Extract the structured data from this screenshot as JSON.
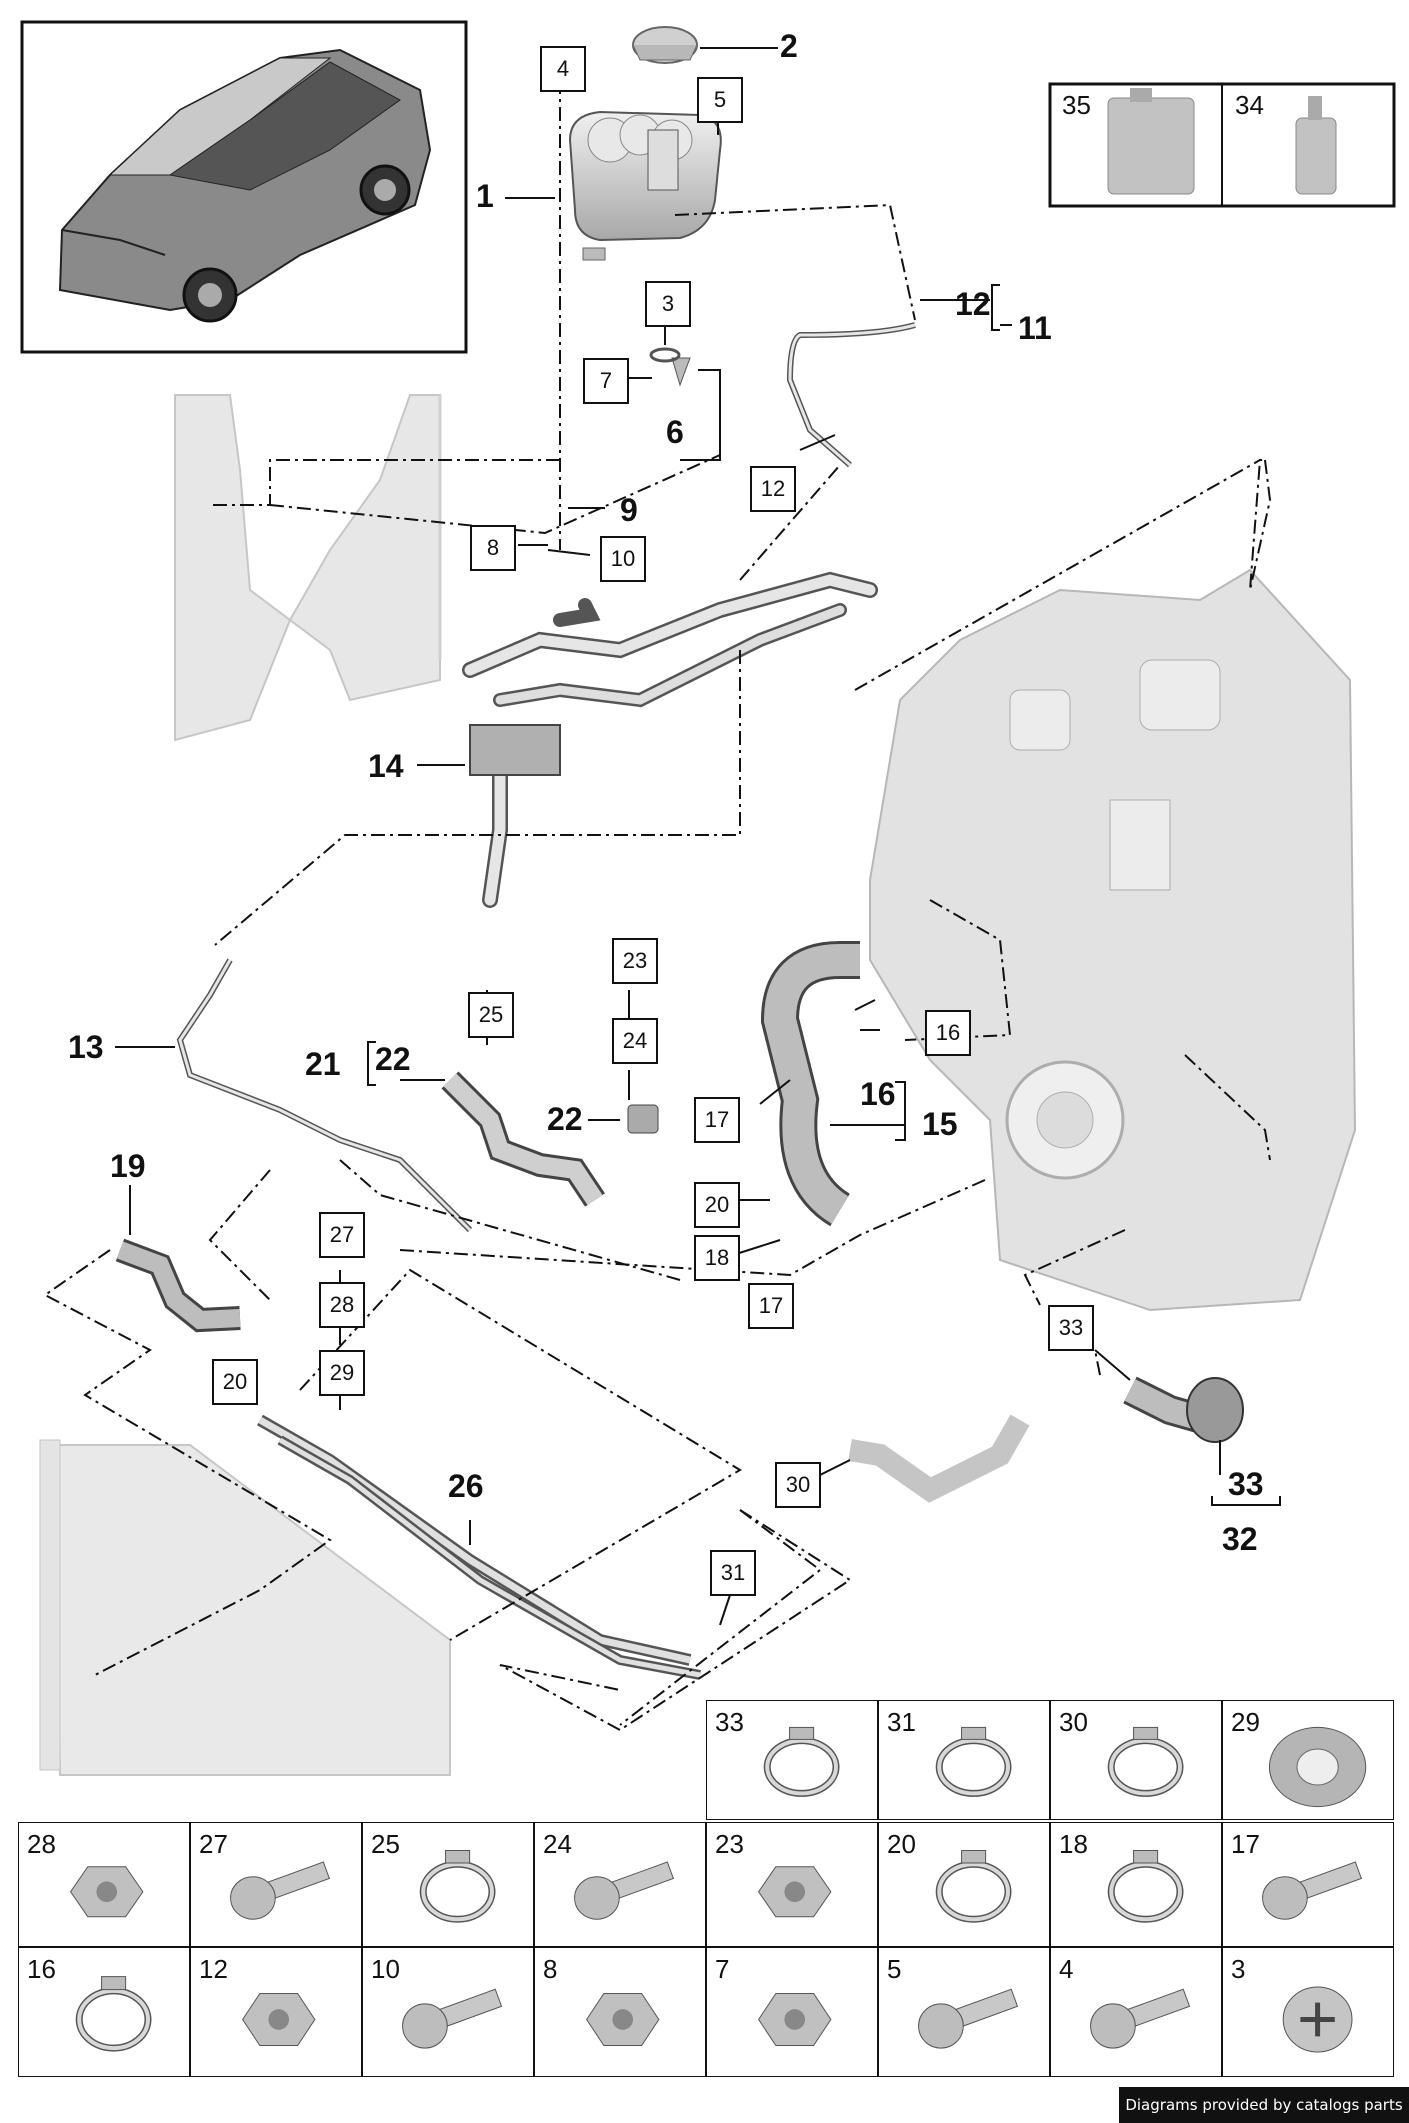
{
  "callouts_bold": {
    "c1": "1",
    "c2": "2",
    "c6": "6",
    "c9": "9",
    "c11": "11",
    "c12": "12",
    "c13": "13",
    "c14": "14",
    "c15": "15",
    "c16": "16",
    "c19": "19",
    "c21": "21",
    "c22a": "22",
    "c22b": "22",
    "c26": "26",
    "c32": "32",
    "c33": "33"
  },
  "callouts_boxed": {
    "b3": "3",
    "b4": "4",
    "b5": "5",
    "b7": "7",
    "b8": "8",
    "b10": "10",
    "b12": "12",
    "b16": "16",
    "b17a": "17",
    "b17b": "17",
    "b18": "18",
    "b20a": "20",
    "b20b": "20",
    "b23": "23",
    "b24": "24",
    "b25": "25",
    "b27": "27",
    "b28": "28",
    "b29": "29",
    "b30": "30",
    "b31": "31",
    "b33": "33"
  },
  "consumables": {
    "c35": "35",
    "c34": "34"
  },
  "hardware_grid": {
    "row1": [
      "33",
      "31",
      "30",
      "29"
    ],
    "row2": [
      "28",
      "27",
      "25",
      "24",
      "23",
      "20",
      "18",
      "17"
    ],
    "row3": [
      "16",
      "12",
      "10",
      "8",
      "7",
      "5",
      "4",
      "3"
    ]
  },
  "credit": "Diagrams provided by catalogs parts"
}
